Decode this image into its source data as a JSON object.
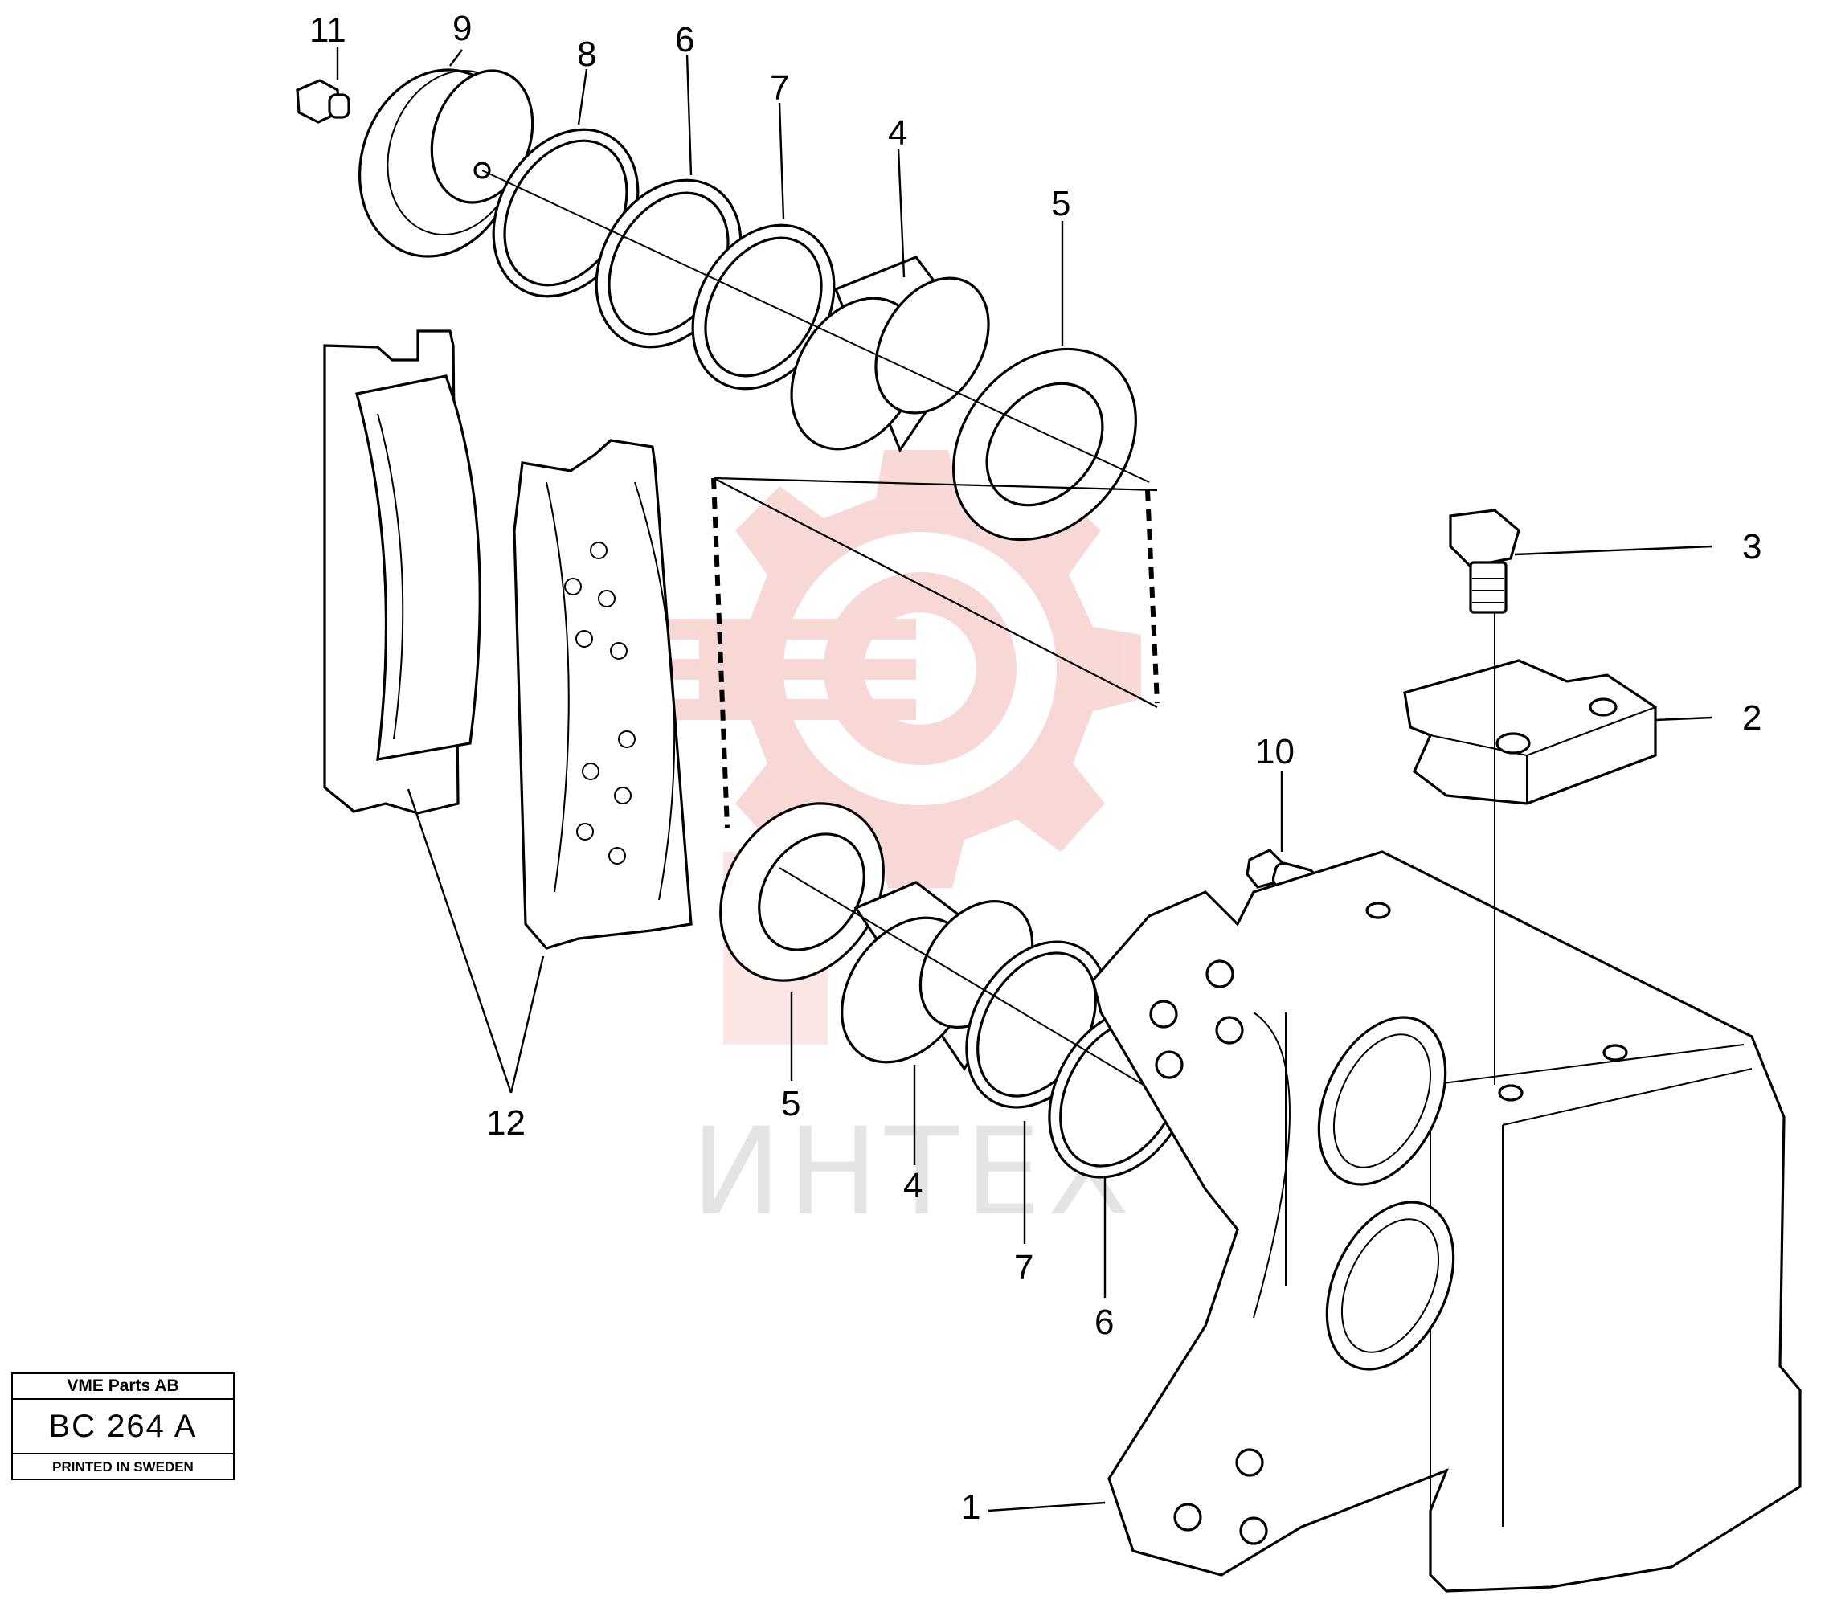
{
  "watermark": {
    "text": "ИНТЕХ",
    "gear_color": "#f7c9c9"
  },
  "callouts": [
    {
      "id": "c11a",
      "text": "11"
    },
    {
      "id": "c9",
      "text": "9"
    },
    {
      "id": "c8",
      "text": "8"
    },
    {
      "id": "c6a",
      "text": "6"
    },
    {
      "id": "c7a",
      "text": "7"
    },
    {
      "id": "c4a",
      "text": "4"
    },
    {
      "id": "c5a",
      "text": "5"
    },
    {
      "id": "c3",
      "text": "3"
    },
    {
      "id": "c2",
      "text": "2"
    },
    {
      "id": "c10",
      "text": "10"
    },
    {
      "id": "c12",
      "text": "12"
    },
    {
      "id": "c5b",
      "text": "5"
    },
    {
      "id": "c4b",
      "text": "4"
    },
    {
      "id": "c7b",
      "text": "7"
    },
    {
      "id": "c6b",
      "text": "6"
    },
    {
      "id": "c1",
      "text": "1"
    }
  ],
  "title_block": {
    "company": "VME Parts AB",
    "code": "BC 264 A",
    "printed": "PRINTED IN SWEDEN"
  }
}
